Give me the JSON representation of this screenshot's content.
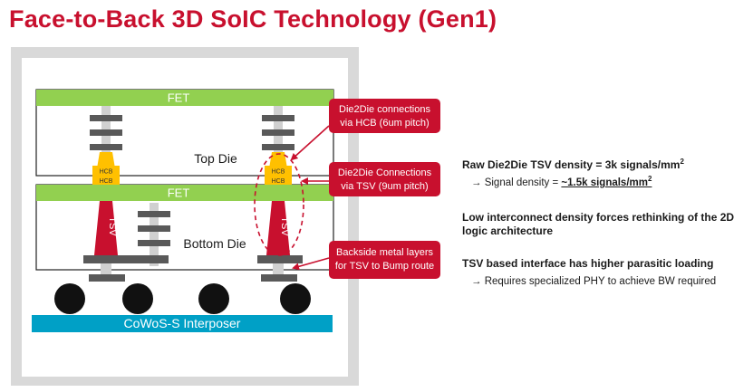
{
  "title": "Face-to-Back 3D SoIC Technology (Gen1)",
  "diagram": {
    "fet_top_label": "FET",
    "fet_bottom_label": "FET",
    "top_die_label": "Top Die",
    "bottom_die_label": "Bottom Die",
    "hcb_label": "HCB",
    "tsv_label": "TSV",
    "interposer_label": "CoWoS-S Interposer",
    "callouts": {
      "hcb": [
        "Die2Die connections",
        "via HCB (6um pitch)"
      ],
      "tsv": [
        "Die2Die Connections",
        "via TSV (9um pitch)"
      ],
      "backside": [
        "Backside metal layers",
        "for TSV to Bump route"
      ]
    },
    "colors": {
      "fet_green": "#92d050",
      "tsv_red": "#c8102e",
      "hcb_yellow": "#ffc000",
      "interposer_blue": "#00a0c6",
      "metal_gray": "#595959",
      "callout_red": "#c8102e"
    }
  },
  "notes": {
    "density": {
      "text": "Raw Die2Die TSV density = 3k signals/mm",
      "sup": "2",
      "sub_prefix": "→ Signal density = ",
      "sub_value": "~1.5k signals/mm",
      "sub_sup": "2"
    },
    "low_density": [
      "Low interconnect density forces rethinking of the 2D",
      "logic architecture"
    ],
    "parasitic": {
      "text": "TSV based interface has higher parasitic loading",
      "sub": "→ Requires specialized PHY to achieve BW required"
    }
  }
}
